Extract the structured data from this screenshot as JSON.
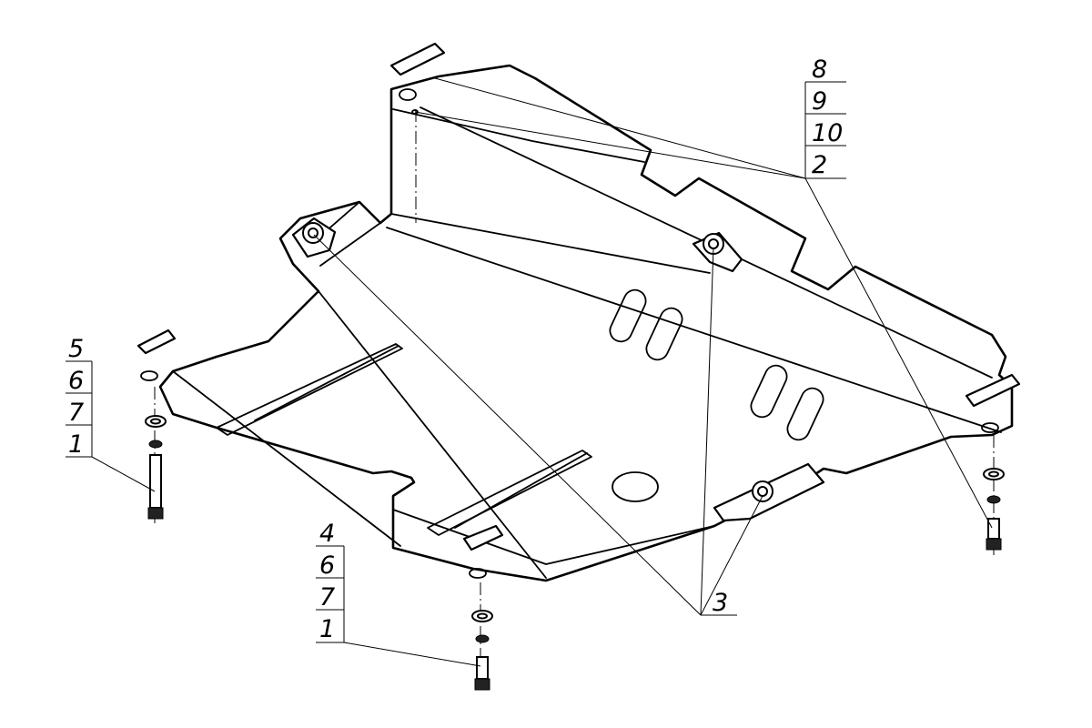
{
  "callouts": {
    "top_right": [
      "8",
      "9",
      "10",
      "2"
    ],
    "left": [
      "5",
      "6",
      "7",
      "1"
    ],
    "bottom": [
      "4",
      "6",
      "7",
      "1"
    ],
    "bottom_right": "3"
  },
  "colors": {
    "line": "#000000",
    "background": "#ffffff"
  }
}
